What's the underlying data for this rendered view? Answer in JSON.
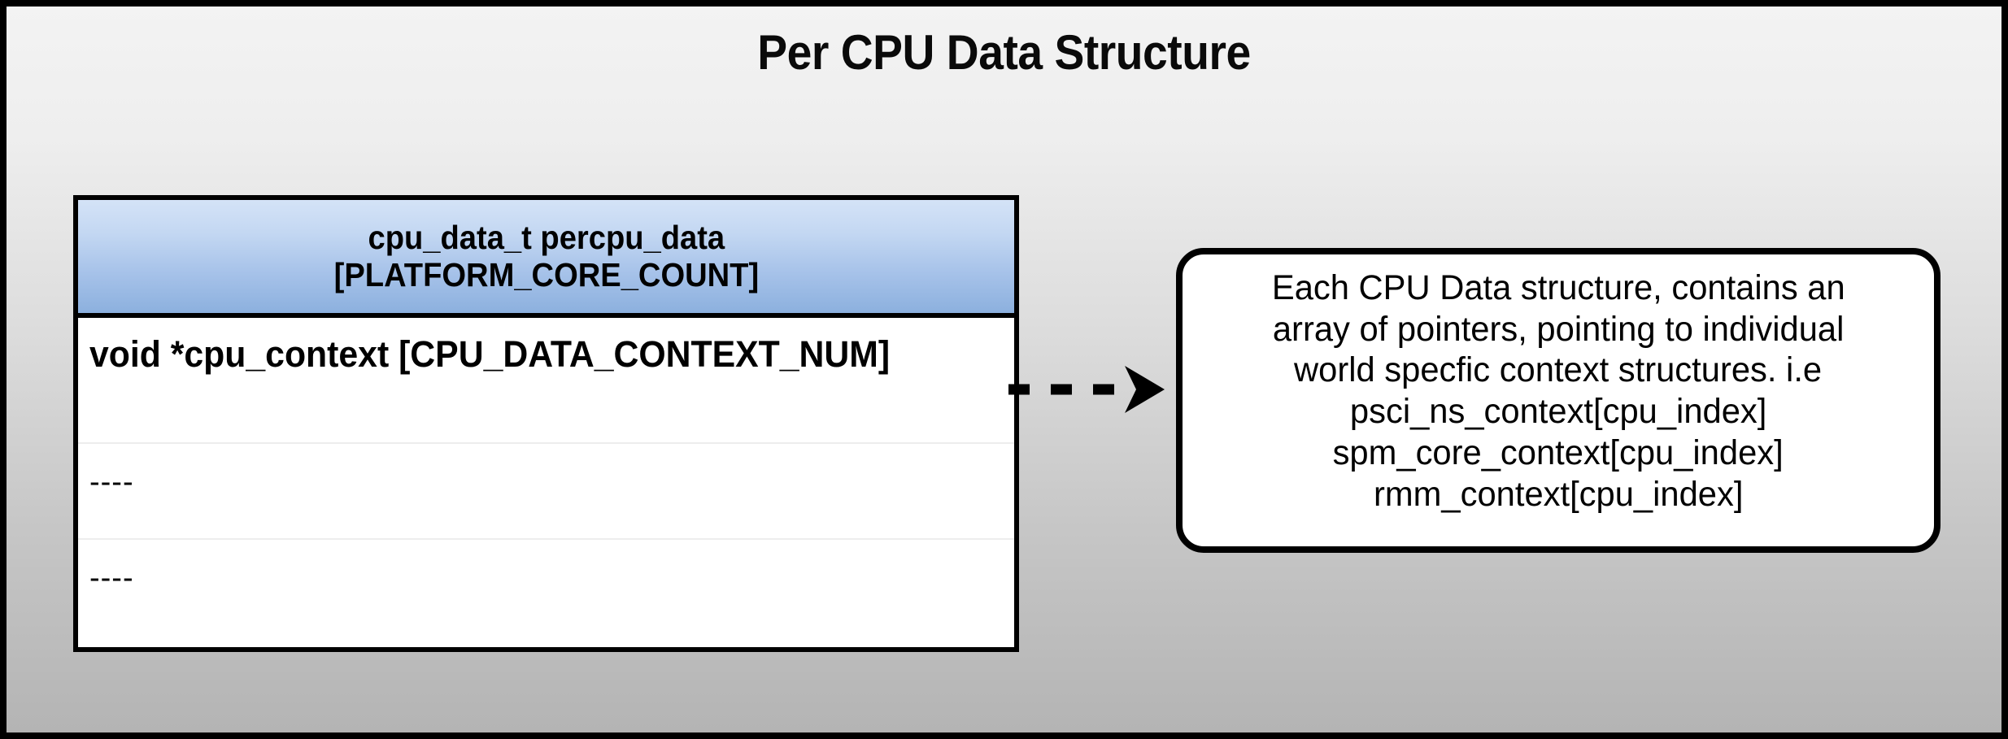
{
  "diagram": {
    "title": "Per CPU Data Structure",
    "background_top_color": "#f3f3f3",
    "background_bottom_color": "#b4b4b4",
    "border_color": "#000000"
  },
  "struct_table": {
    "header": {
      "line1": "cpu_data_t percpu_data",
      "line2": "[PLATFORM_CORE_COUNT]",
      "gradient_top_color": "#d4e3f7",
      "gradient_bottom_color": "#8cb0de"
    },
    "rows": [
      {
        "text": "void *cpu_context [CPU_DATA_CONTEXT_NUM]",
        "style": "bold"
      },
      {
        "text": "----",
        "style": "plain"
      },
      {
        "text": "----",
        "style": "plain"
      }
    ]
  },
  "connector": {
    "kind": "dashed-arrow",
    "direction": "right",
    "color": "#000000"
  },
  "callout": {
    "lines": [
      "Each CPU Data structure, contains an",
      "array of pointers, pointing to individual",
      "world specfic context structures. i.e",
      "psci_ns_context[cpu_index]",
      "spm_core_context[cpu_index]",
      "rmm_context[cpu_index]"
    ],
    "border_color": "#000000",
    "background_color": "#ffffff"
  }
}
